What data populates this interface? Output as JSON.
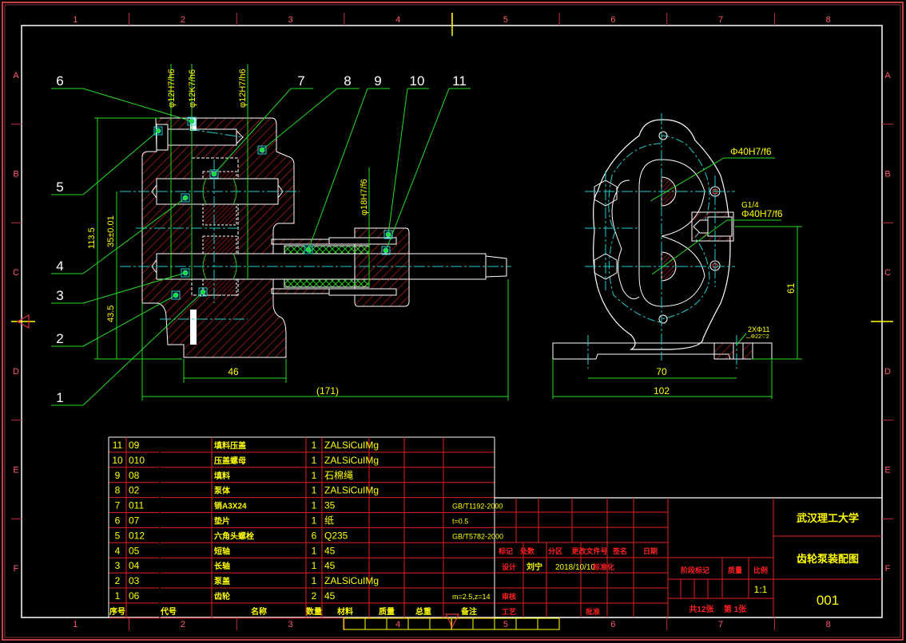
{
  "drawing": {
    "title": "齿轮泵装配图",
    "institution": "武汉理工大学",
    "drawing_no": "001",
    "scale_label": "比例",
    "scale": "1:1",
    "stage_label": "阶段标记",
    "mass_label": "质量",
    "sheets_total": "共12张",
    "sheet_no": "第 1张"
  },
  "grid": {
    "columns": [
      "1",
      "2",
      "3",
      "4",
      "5",
      "6",
      "7",
      "8"
    ],
    "rows": [
      "A",
      "B",
      "C",
      "D",
      "E",
      "F"
    ]
  },
  "balloons": [
    "1",
    "2",
    "3",
    "4",
    "5",
    "6",
    "7",
    "8",
    "9",
    "10",
    "11"
  ],
  "front_view": {
    "fits": [
      "φ12H7/h6",
      "φ12K7/h6",
      "φ12H7/h6",
      "φ18H7/f6"
    ],
    "dims": {
      "height_total": "113.5",
      "center_dist": "35±0.01",
      "center_height": "43.5",
      "base_width": "46",
      "overall_length": "(171)"
    }
  },
  "side_view": {
    "fits": [
      "Φ40H7/f6",
      "Φ40H7/f6"
    ],
    "thread": "G1/4",
    "holes_note": "2XΦ11",
    "holes_sub": "⌴Φ22▽2",
    "dims": {
      "height": "61",
      "hole_spacing": "70",
      "base_length": "102"
    }
  },
  "bom": {
    "headers": {
      "no": "序号",
      "code": "代号",
      "name": "名称",
      "qty": "数量",
      "material": "材料",
      "unit_mass": "质量",
      "total_mass": "总重",
      "remark": "备注"
    },
    "rows": [
      {
        "no": "11",
        "code": "09",
        "name": "填料压盖",
        "qty": "1",
        "material": "ZALSiCuIMg",
        "remark": ""
      },
      {
        "no": "10",
        "code": "010",
        "name": "压盖螺母",
        "qty": "1",
        "material": "ZALSiCuIMg",
        "remark": ""
      },
      {
        "no": "9",
        "code": "08",
        "name": "填料",
        "qty": "1",
        "material": "石棉绳",
        "remark": ""
      },
      {
        "no": "8",
        "code": "02",
        "name": "泵体",
        "qty": "1",
        "material": "ZALSiCuIMg",
        "remark": ""
      },
      {
        "no": "7",
        "code": "011",
        "name": "销A3X24",
        "qty": "1",
        "material": "35",
        "remark": "GB/T1192-2000"
      },
      {
        "no": "6",
        "code": "07",
        "name": "垫片",
        "qty": "1",
        "material": "纸",
        "remark": "t=0.5"
      },
      {
        "no": "5",
        "code": "012",
        "name": "六角头螺栓",
        "qty": "6",
        "material": "Q235",
        "remark": "GB/T5782-2000"
      },
      {
        "no": "4",
        "code": "05",
        "name": "短轴",
        "qty": "1",
        "material": "45",
        "remark": ""
      },
      {
        "no": "3",
        "code": "04",
        "name": "长轴",
        "qty": "1",
        "material": "45",
        "remark": ""
      },
      {
        "no": "2",
        "code": "03",
        "name": "泵盖",
        "qty": "1",
        "material": "ZALSiCuIMg",
        "remark": ""
      },
      {
        "no": "1",
        "code": "06",
        "name": "齿轮",
        "qty": "2",
        "material": "45",
        "remark": "m=2.5,z=14"
      }
    ]
  },
  "title_block": {
    "revision_headers": [
      "标记",
      "处数",
      "分区",
      "更改文件号",
      "签名",
      "日期"
    ],
    "design_label": "设计",
    "designer": "刘宁",
    "design_date": "2018/10/10",
    "standardize_label": "标准化",
    "review_label": "审核",
    "process_label": "工艺",
    "approve_label": "批准"
  }
}
